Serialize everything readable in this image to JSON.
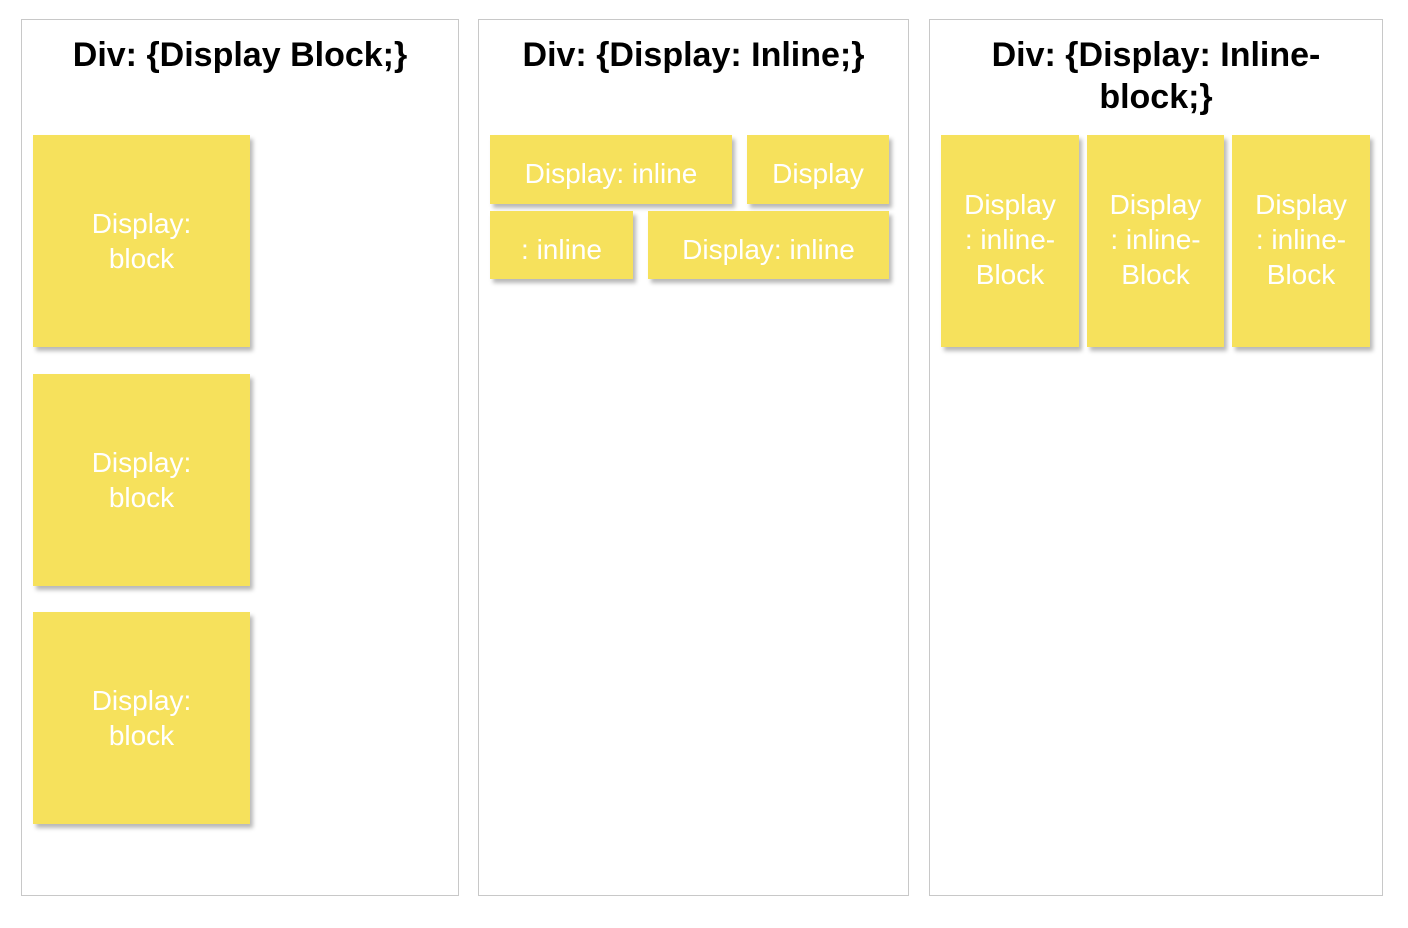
{
  "panels": {
    "block": {
      "title": "Div: {Display Block;}",
      "notes": [
        "Display:\nblock",
        "Display:\nblock",
        "Display:\nblock"
      ]
    },
    "inline": {
      "title": "Div: {Display: Inline;}",
      "notes": [
        "Display: inline",
        "Display",
        ": inline",
        "Display: inline"
      ]
    },
    "inline_block": {
      "title": "Div: {Display: Inline-\nblock;}",
      "notes": [
        "Display\n: inline-\nBlock",
        "Display\n: inline-\nBlock",
        "Display\n: inline-\nBlock"
      ]
    }
  },
  "colors": {
    "note_fill": "#f6e15c",
    "note_text": "#ffffff",
    "panel_border": "#c8c8c8",
    "title_text": "#000000"
  }
}
